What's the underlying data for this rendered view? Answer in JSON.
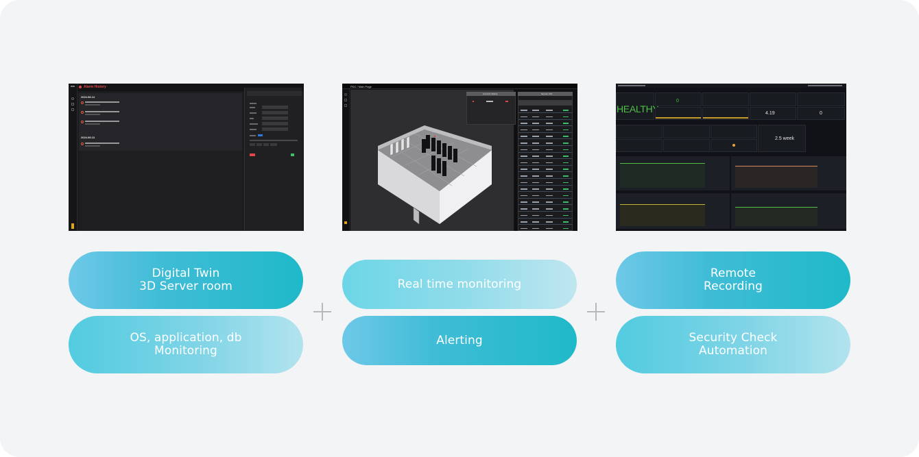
{
  "screens": {
    "alarm": {
      "title": "Alarm History",
      "date1": "2024.08.14",
      "date2": "2024.08.13"
    },
    "twin": {
      "title": "PDC / Main Page",
      "mini_panel_title": "Current status",
      "table_title": "Server info"
    },
    "dashboard": {
      "status": "HEALTHY",
      "values": [
        "0",
        "4.19",
        "0",
        "2.5 week"
      ]
    }
  },
  "pills": {
    "left_top": [
      "Digital Twin",
      "3D Server room"
    ],
    "left_bottom": [
      "OS, application, db",
      "Monitoring"
    ],
    "mid_top": [
      "Real time monitoring"
    ],
    "mid_bottom": [
      "Alerting"
    ],
    "right_top": [
      "Remote",
      "Recording"
    ],
    "right_bottom": [
      "Security Check",
      "Automation"
    ]
  },
  "colors": {
    "background": "#f3f4f6",
    "pill_teal": "#1fb9c9",
    "pill_light": "#b2e3ee",
    "plus": "#b5b8bd",
    "healthy_green": "#4fc045",
    "alarm_red": "#e04848"
  },
  "icons": [
    "plus-icon"
  ]
}
